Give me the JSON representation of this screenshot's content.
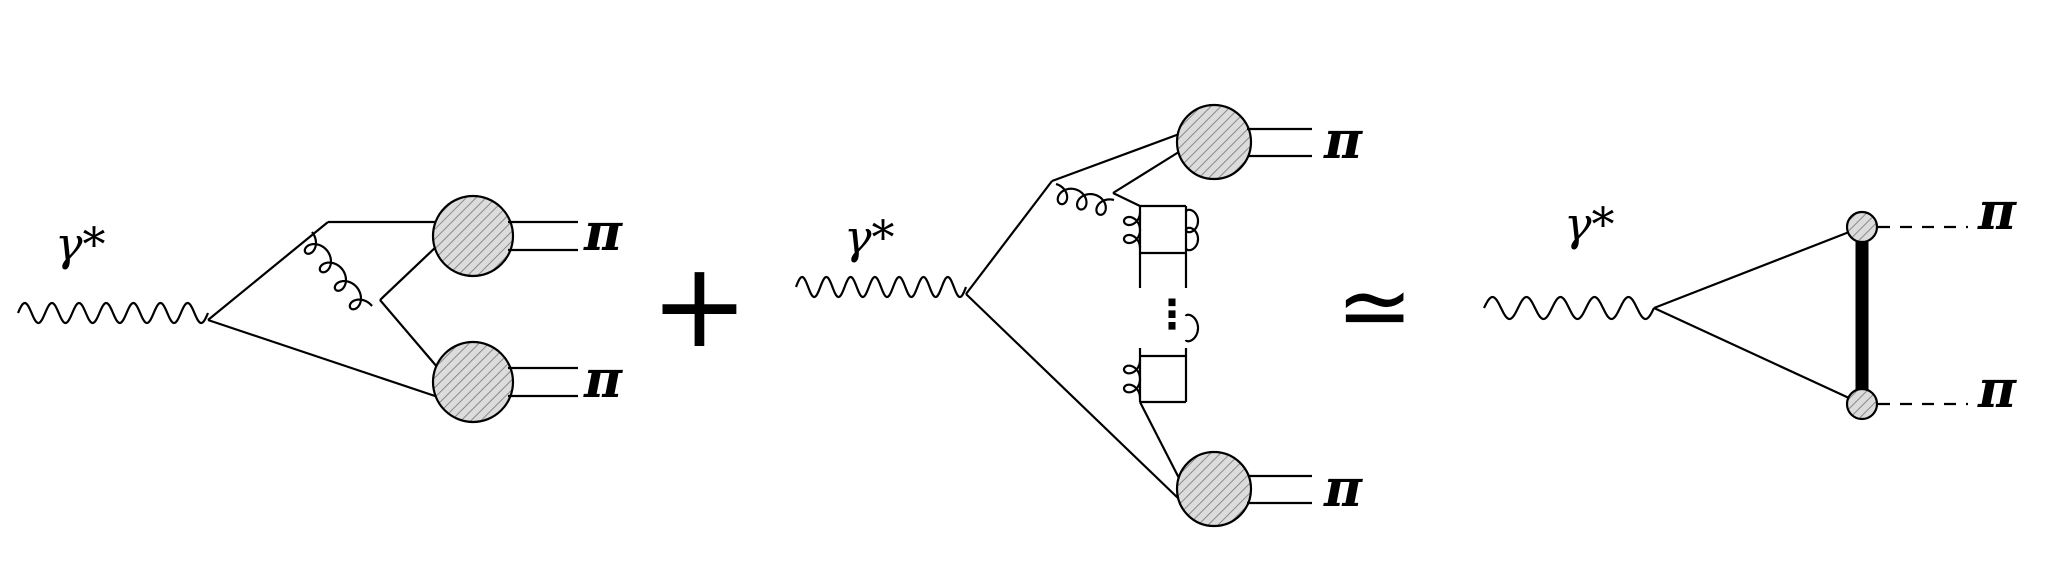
{
  "labels": {
    "photon": "γ*",
    "pion": "π",
    "plus": "+",
    "approx": "≃",
    "dots": "⋮"
  },
  "colors": {
    "ink": "#000000",
    "blob_fill": "#d9d9d9",
    "hatch": "#8a8a8a",
    "background": "#ffffff"
  },
  "icons": {
    "form_factor_blob": "hatched-circle",
    "gluon": "coiled-line",
    "photon": "wavy-line",
    "meson_exchange": "thick-bar"
  }
}
